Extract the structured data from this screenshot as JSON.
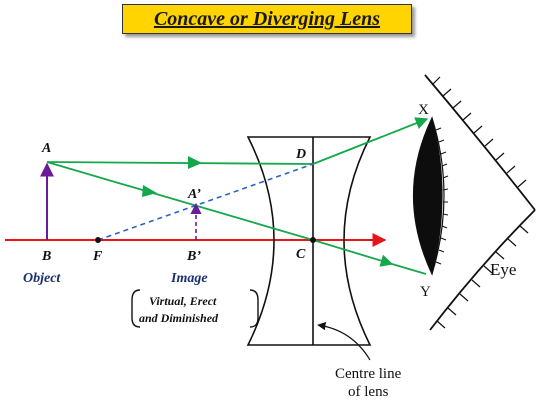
{
  "title": "Concave or Diverging Lens",
  "labels": {
    "A": "A",
    "B": "B",
    "A_prime": "A’",
    "B_prime": "B’",
    "F": "F",
    "C": "C",
    "D": "D",
    "X": "X",
    "Y": "Y",
    "object": "Object",
    "image": "Image",
    "image_note_line1": "Virtual, Erect",
    "image_note_line2": "and Diminished",
    "centre_line_1": "Centre line",
    "centre_line_2": "of lens",
    "eye": "Eye"
  },
  "colors": {
    "title_bg": "#ffd400",
    "principal_axis": "#e8141a",
    "rays": "#14a84b",
    "virtual_ray": "#2a62c9",
    "object_arrow": "#6a1b9a",
    "caption_text": "#1a2f6e"
  }
}
